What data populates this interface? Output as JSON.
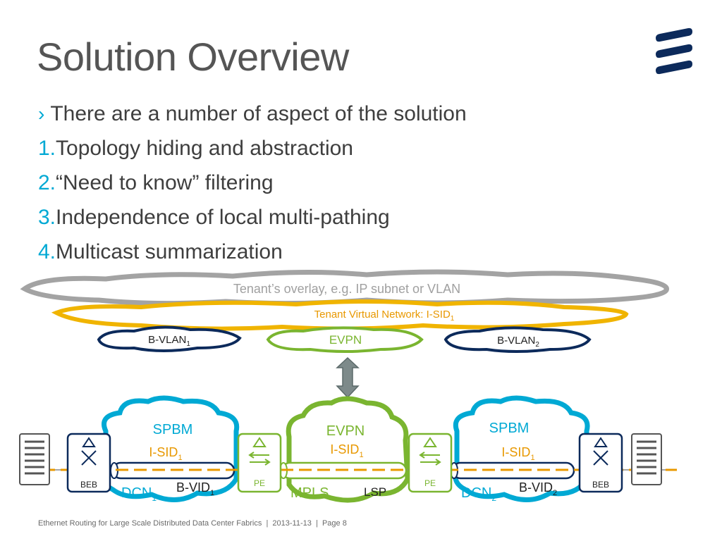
{
  "title": "Solution Overview",
  "bullets": {
    "intro_marker": "›",
    "intro": "There are a number of aspect of the solution",
    "items": [
      {
        "num": "1.",
        "text": "Topology hiding and abstraction"
      },
      {
        "num": "2.",
        "text": "“Need to know” filtering"
      },
      {
        "num": "3.",
        "text": "Independence of local multi-pathing"
      },
      {
        "num": "4.",
        "text": "Multicast summarization"
      }
    ]
  },
  "diagram": {
    "overlay_label": "Tenant’s overlay, e.g. IP subnet or VLAN",
    "tvn_label": "Tenant Virtual Network: I-SID",
    "tvn_sub": "1",
    "bvlan1": "B-VLAN",
    "bvlan1_sub": "1",
    "evpn_top": "EVPN",
    "bvlan2": "B-VLAN",
    "bvlan2_sub": "2",
    "spbm_left": "SPBM",
    "isid_left": "I-SID",
    "isid_left_sub": "1",
    "dcn_left": "DCN",
    "dcn_left_sub": "1",
    "bvid_left": "B-VID",
    "bvid_left_sub": "1",
    "beb_left": "BEB",
    "pe_left": "PE",
    "evpn_center": "EVPN",
    "isid_center": "I-SID",
    "isid_center_sub": "1",
    "mpls": "MPLS",
    "lsp": "LSP",
    "pe_right": "PE",
    "spbm_right": "SPBM",
    "isid_right": "I-SID",
    "isid_right_sub": "1",
    "dcn_right": "DCN",
    "dcn_right_sub": "2",
    "bvid_right": "B-VID",
    "bvid_right_sub": "2",
    "beb_right": "BEB",
    "colors": {
      "blue": "#00a9d4",
      "green": "#7ab530",
      "orange": "#f0a000",
      "navy": "#0c2a5b",
      "gray": "#9a9a9a"
    }
  },
  "footer": {
    "text": "Ethernet Routing for Large Scale Distributed Data Center Fabrics",
    "date": "2013-11-13",
    "page": "Page 8"
  }
}
